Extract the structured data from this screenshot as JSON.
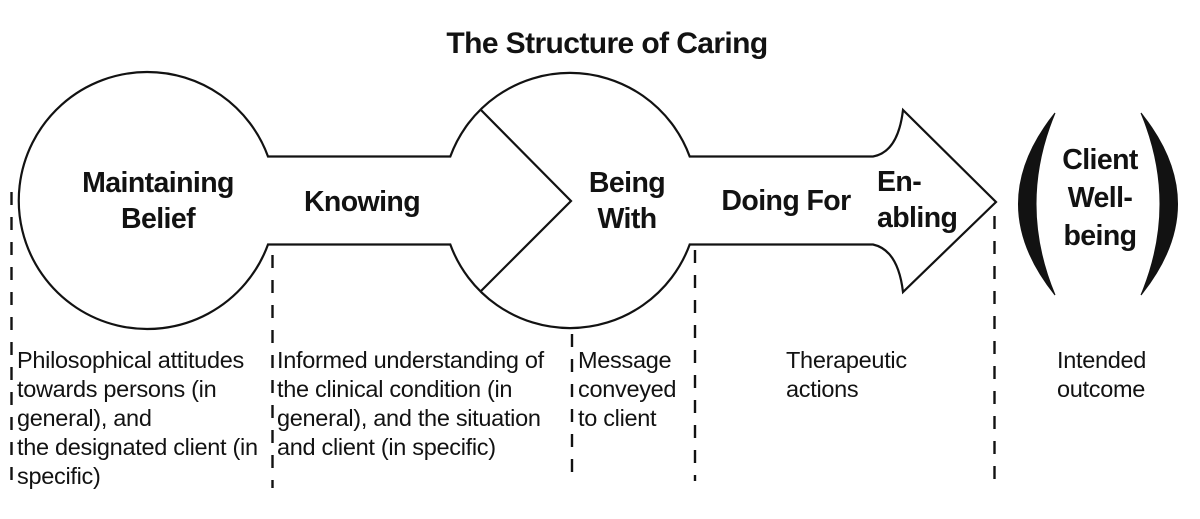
{
  "colors": {
    "ink": "#121212",
    "paper": "#ffffff"
  },
  "title": "The Structure of Caring",
  "stages": [
    {
      "id": "maintaining-belief",
      "label": "Maintaining\nBelief"
    },
    {
      "id": "knowing",
      "label": "Knowing"
    },
    {
      "id": "being-with",
      "label": "Being\nWith"
    },
    {
      "id": "doing-for",
      "label": "Doing For"
    },
    {
      "id": "enabling",
      "label": "En-\nabling"
    },
    {
      "id": "client-well-being",
      "label": "Client\nWell-\nbeing"
    }
  ],
  "annotations": [
    {
      "text": "Philosophical attitudes\ntowards persons (in\ngeneral), and\nthe designated client (in\nspecific)"
    },
    {
      "text": "Informed understanding of\nthe clinical condition (in\ngeneral), and the situation\nand client (in specific)"
    },
    {
      "text": "Message\nconveyed\nto client"
    },
    {
      "text": "Therapeutic\nactions"
    },
    {
      "text": "Intended\noutcome"
    }
  ]
}
